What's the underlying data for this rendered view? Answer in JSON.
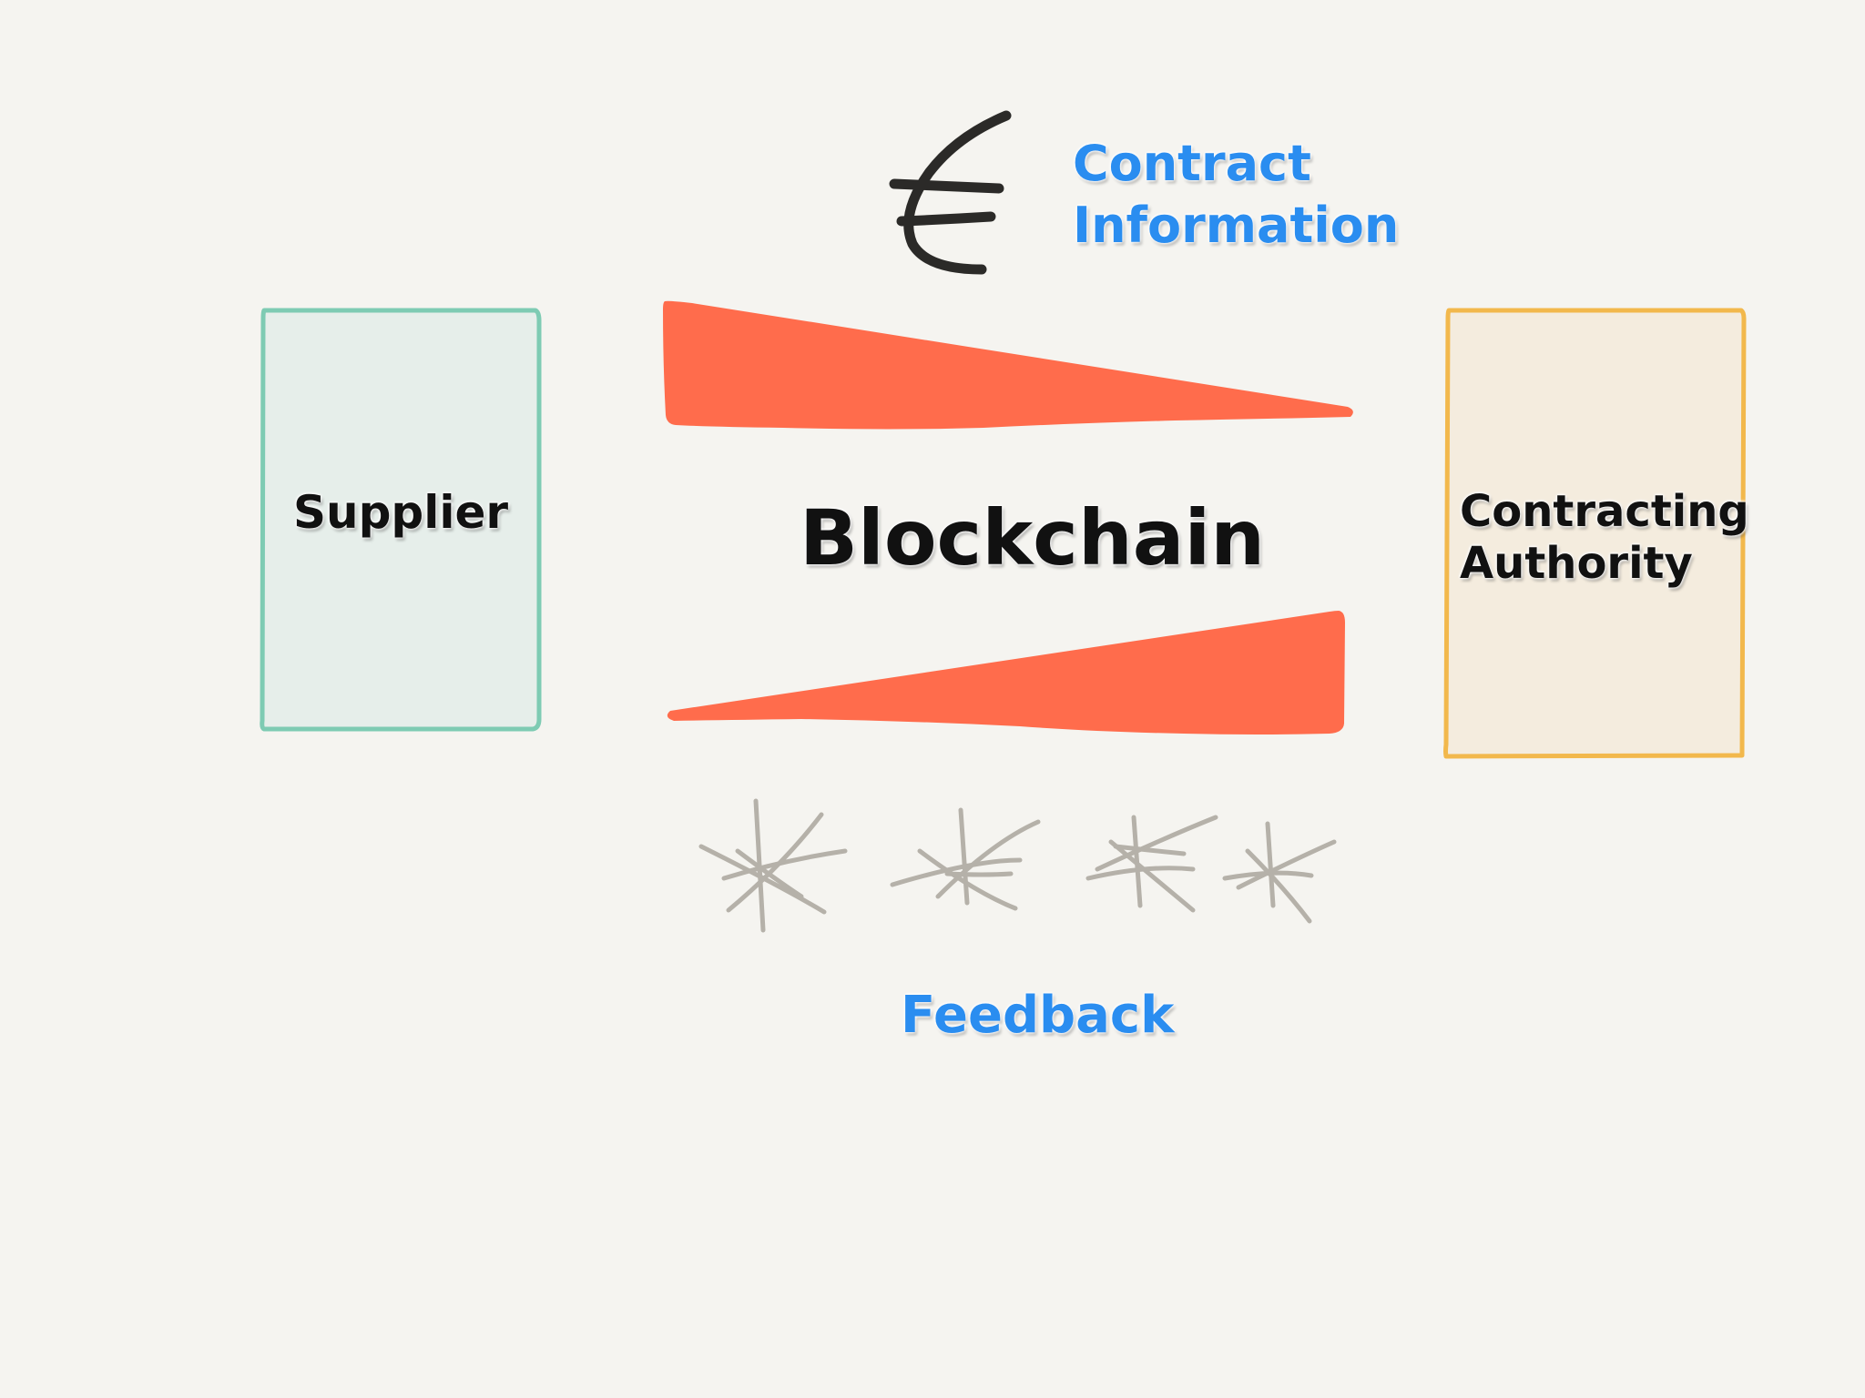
{
  "labels": {
    "supplier": "Supplier",
    "contracting_authority_line1": "Contracting",
    "contracting_authority_line2": "Authority",
    "blockchain": "Blockchain",
    "contract_information_line1": "Contract",
    "contract_information_line2": "Information",
    "feedback": "Feedback"
  },
  "icons": {
    "currency": "euro-icon",
    "rating": "star-icon",
    "rating_count": 4
  },
  "colors": {
    "background": "#f5f4f0",
    "supplier_border": "#7ecbb3",
    "supplier_fill": "#e6eeea",
    "authority_border": "#f2b84c",
    "authority_fill": "#f4ecde",
    "arrow": "#ff6c4c",
    "label_blue": "#2a8df0",
    "star_sketch": "#b5b1a9",
    "euro_stroke": "#2b2a28"
  }
}
